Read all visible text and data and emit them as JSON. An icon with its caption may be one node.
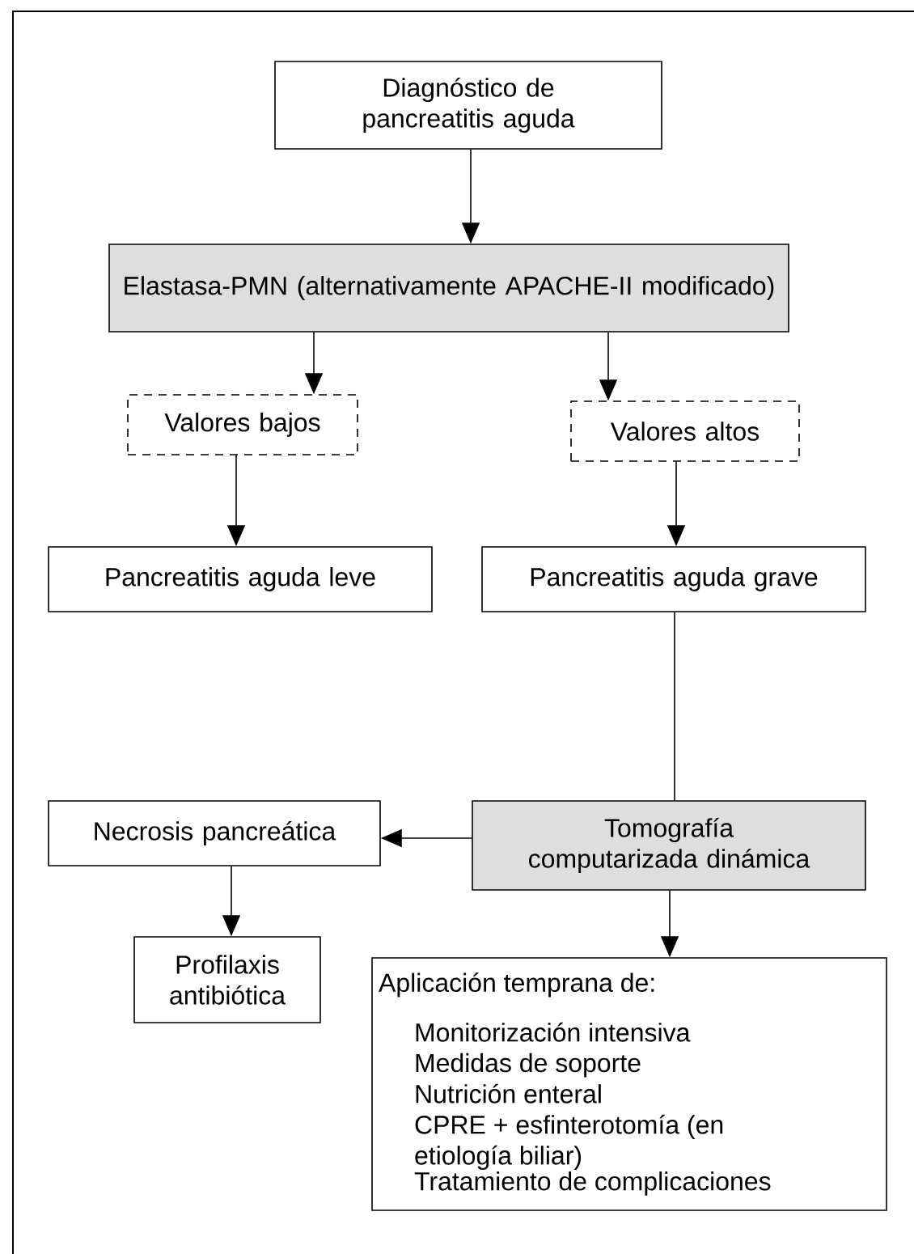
{
  "diagram": {
    "nodes": [
      {
        "text": [
          "Diagnóstico de pancreatitis aguda"
        ]
      },
      {
        "text": [
          "Elastasa-PMN (alternativamente APACHE-II modificado)"
        ]
      },
      {
        "text": [
          "Valores bajos"
        ]
      },
      {
        "text": [
          "Valores altos"
        ]
      },
      {
        "text": [
          "Pancreatitis aguda leve"
        ]
      },
      {
        "text": [
          "Pancreatitis aguda grave"
        ]
      },
      {
        "text": [
          "Necrosis pancreática"
        ]
      },
      {
        "text": [
          "Tomografía computarizada dinámica"
        ]
      },
      {
        "text": [
          "Profilaxis antibiótica"
        ]
      },
      {
        "text": [
          "Aplicación temprana de:",
          "Monitorización intensiva",
          "Medidas de soporte",
          "Nutrición enteral",
          "CPRE + esfinterotomía (en etiología biliar)",
          "Tratamiento de complicaciones"
        ]
      }
    ],
    "edges": [
      {
        "from": 0,
        "to": 1,
        "arrow": "to"
      },
      {
        "from": 1,
        "to": 2,
        "arrow": "to"
      },
      {
        "from": 1,
        "to": 3,
        "arrow": "to"
      },
      {
        "from": 2,
        "to": 4,
        "arrow": "to"
      },
      {
        "from": 3,
        "to": 5,
        "arrow": "to"
      },
      {
        "from": 5,
        "to": 7,
        "arrow": "none"
      },
      {
        "from": 7,
        "to": 6,
        "arrow": "to"
      },
      {
        "from": 6,
        "to": 8,
        "arrow": "to"
      },
      {
        "from": 7,
        "to": 9,
        "arrow": "to"
      }
    ]
  }
}
